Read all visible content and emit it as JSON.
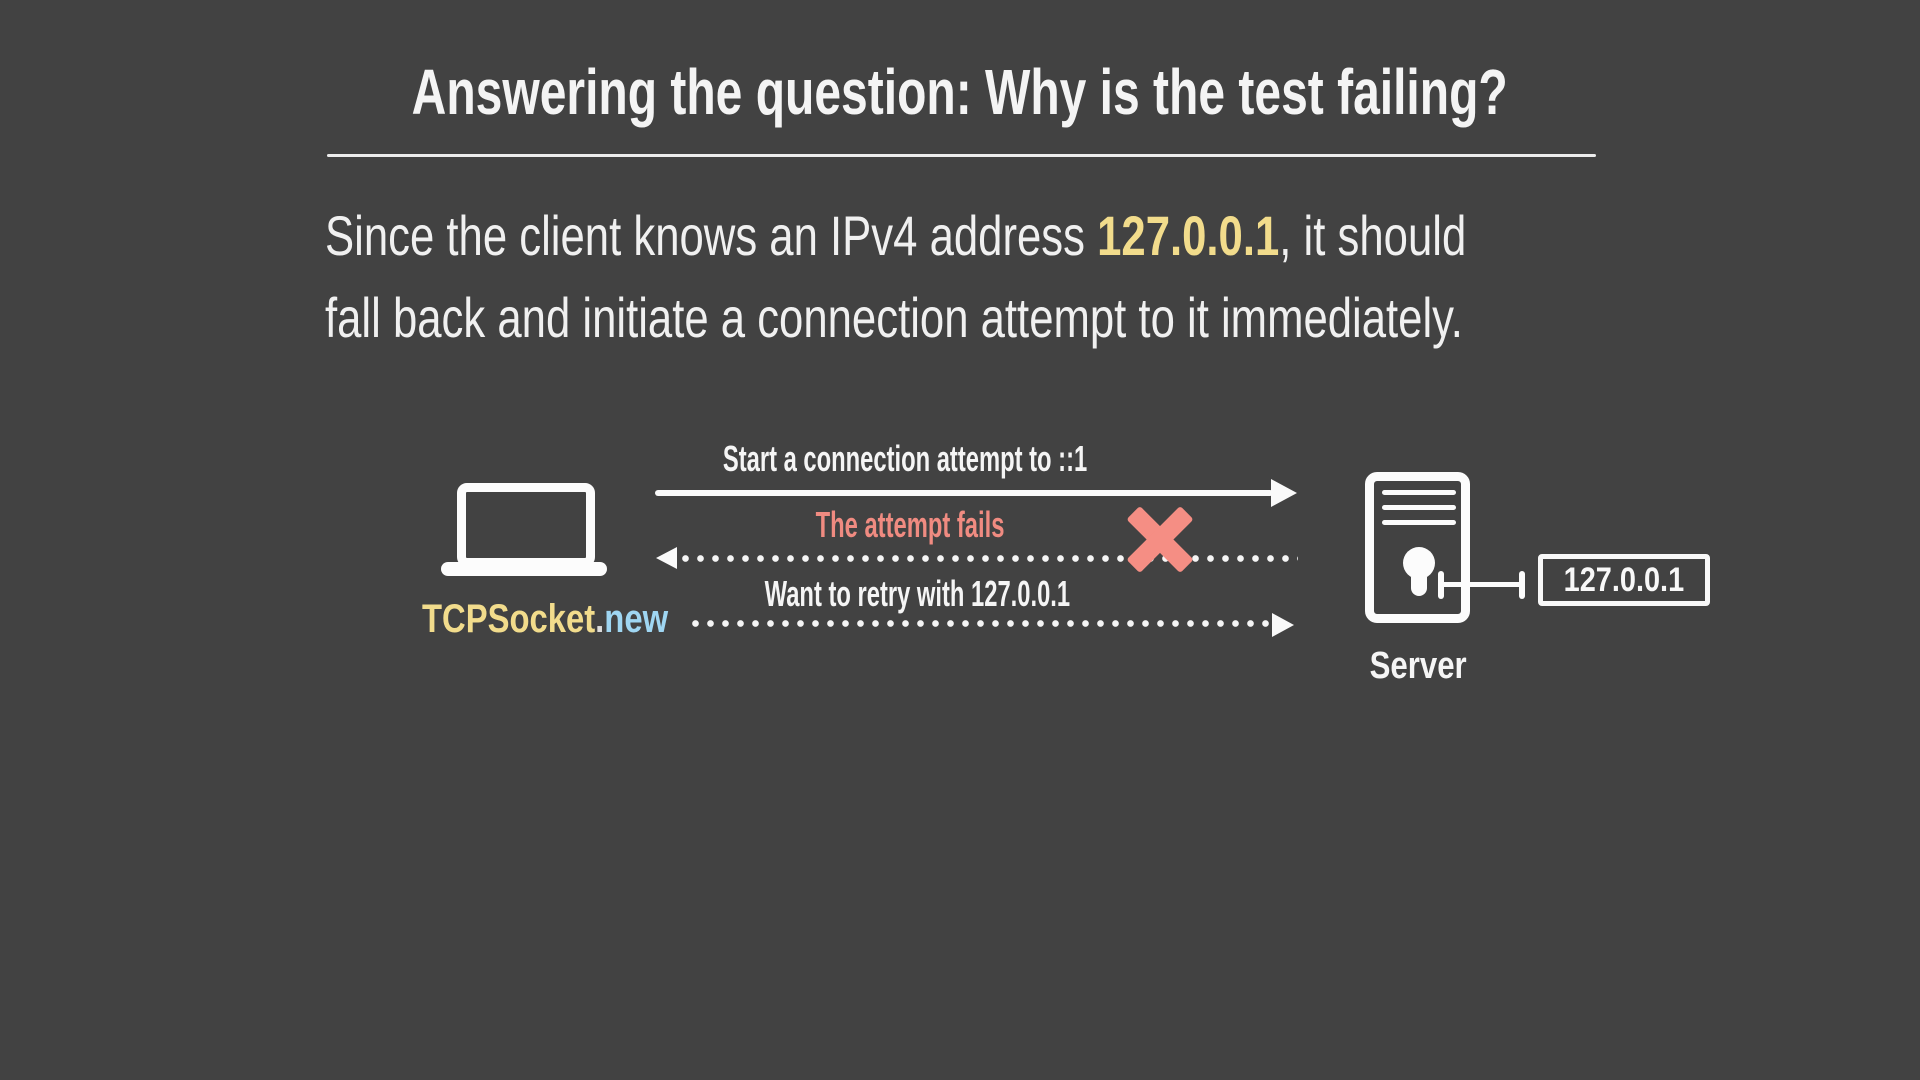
{
  "colors": {
    "background": "#424242",
    "text": "#F2F2F2",
    "accent_yellow": "#F2DC8C",
    "accent_blue": "#9FD6F2",
    "accent_salmon": "#F58E84"
  },
  "title": {
    "text": "Answering the question: Why is the test failing?"
  },
  "body": {
    "line1_prefix": "Since the client knows an IPv4 address ",
    "line1_highlight": "127.0.0.1",
    "line1_suffix": ", it should",
    "line2": "fall back and initiate a connection attempt to it immediately."
  },
  "diagram": {
    "client": {
      "icon": "laptop-icon",
      "label_primary": "TCPSocket",
      "label_separator": ".",
      "label_secondary": "new"
    },
    "server": {
      "icon": "server-icon",
      "label": "Server",
      "address_box": "127.0.0.1"
    },
    "messages": [
      {
        "label": "Start a connection attempt to ::1",
        "style": "solid",
        "direction": "right"
      },
      {
        "label": "The attempt fails",
        "style": "dotted",
        "direction": "left",
        "status_icon": "x-mark-icon"
      },
      {
        "label": "Want to retry with 127.0.0.1",
        "style": "dotted",
        "direction": "right"
      }
    ]
  }
}
